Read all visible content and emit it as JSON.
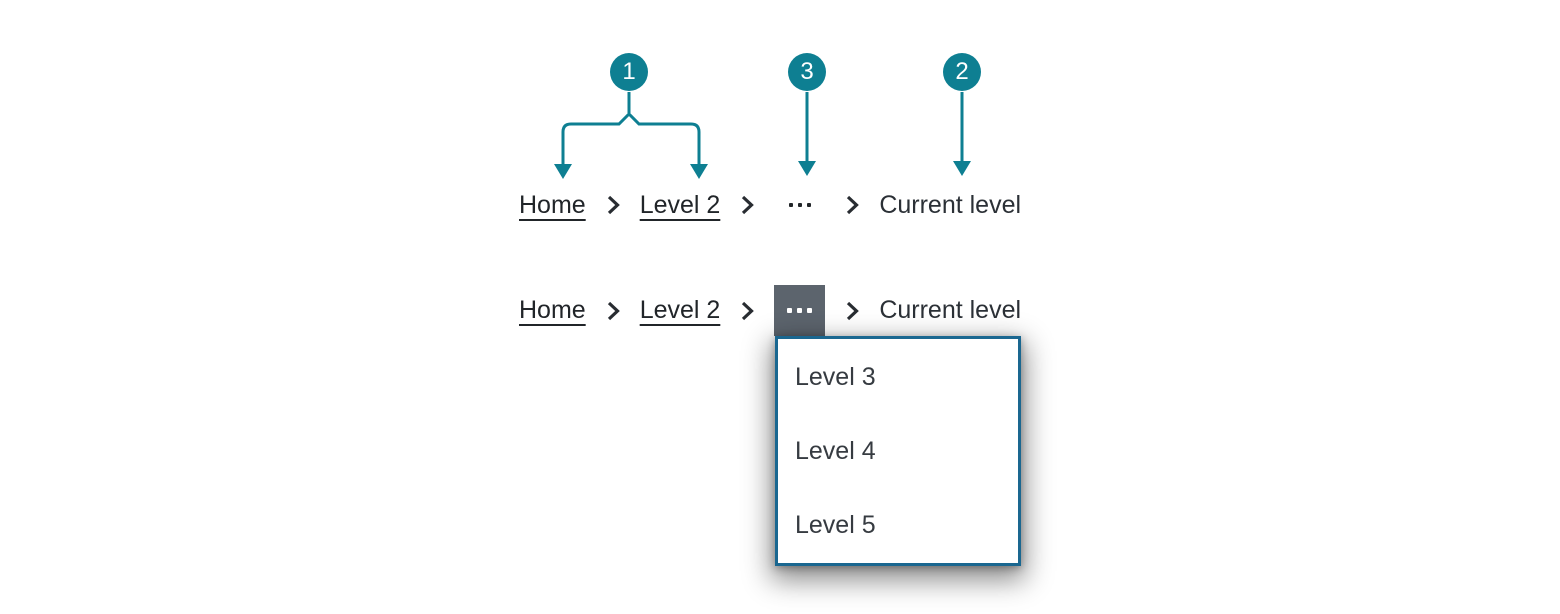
{
  "colors": {
    "canvas_bg": "#ffffff",
    "accent": "#0e7f92",
    "text": "#212529",
    "current_text": "#2b3036",
    "separator": "#282c31",
    "overflow_bg": "#5c646d",
    "overflow_dots": "#ffffff",
    "menu_bg": "#ffffff",
    "menu_border": "#1a6790",
    "menu_text": "#363b41"
  },
  "annotations": {
    "callout_labels": [
      "1",
      "3",
      "2"
    ]
  },
  "icons": {
    "separator": "chevron-right-icon",
    "overflow": "ellipsis-icon"
  },
  "breadcrumb": {
    "links": [
      "Home",
      "Level 2"
    ],
    "current": "Current level"
  },
  "overflow_menu": {
    "items": [
      "Level 3",
      "Level 4",
      "Level 5"
    ]
  }
}
